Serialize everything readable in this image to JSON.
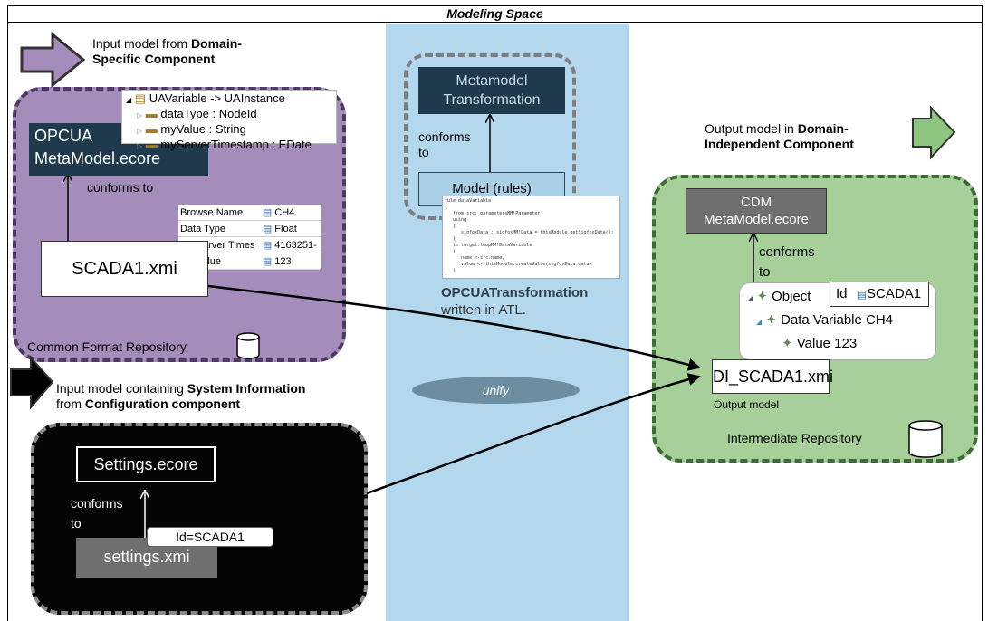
{
  "title": "Modeling Space",
  "input_domain": {
    "caption_normal": "Input model from ",
    "caption_bold1": "Domain-",
    "caption_bold2": "Specific Component",
    "metamodel_line1": "OPCUA",
    "metamodel_line2": "MetaModel.ecore",
    "conforms": "conforms to",
    "model": "SCADA1.xmi",
    "repo": "Common Format Repository",
    "tree": [
      {
        "text": "UAVariable -> UAInstance"
      },
      {
        "text": "dataType : NodeId"
      },
      {
        "text": "myValue : String"
      },
      {
        "text": "myServerTimestamp : EDate"
      }
    ],
    "properties": [
      {
        "name": "Browse Name",
        "value": "CH4"
      },
      {
        "name": "Data Type",
        "value": "Float"
      },
      {
        "name": "My Server Times",
        "value": "4163251-"
      },
      {
        "name": "My Value",
        "value": "123"
      }
    ]
  },
  "transformation": {
    "metamodel_line1": "Metamodel",
    "metamodel_line2": "Transformation",
    "conforms": "conforms",
    "conforms_to": "to",
    "model": "Model (rules)",
    "code": "rule dataVariable\n{\n   from src: parametersMM!Parameter\n   using\n   {\n      sigfoxData : sigfoxMM!Data = thisModule.getSigfoxData();\n   }\n   to target:tempMM!DataVariable\n   (\n      name <-src.name,\n      value <- thisModule.createValue(sigfoxData.data)\n   )\n}",
    "caption_bold": "OPCUATransformation",
    "caption_normal": "written in ATL.",
    "unify": "unify"
  },
  "output": {
    "caption_normal": "Output model in ",
    "caption_bold1": "Domain-",
    "caption_bold2": "Independent Component",
    "metamodel_line1": "CDM",
    "metamodel_line2": "MetaModel.ecore",
    "conforms": "conforms",
    "conforms_to": "to",
    "model": "DI_SCADA1.xmi",
    "model_label": "Output model",
    "repo": "Intermediate Repository",
    "tree": [
      {
        "text": "Object"
      },
      {
        "text": "Data Variable CH4"
      },
      {
        "text": "Value 123"
      }
    ],
    "id_label": "Id",
    "id_value": "SCADA1"
  },
  "config": {
    "caption_normal1": "Input model containing ",
    "caption_bold1": "System Information",
    "caption_normal2": "from ",
    "caption_bold2": "Configuration component",
    "metamodel": "Settings.ecore",
    "conforms": "conforms",
    "conforms_to": "to",
    "model": "settings.xmi",
    "id_tag": "Id=SCADA1"
  },
  "colors": {
    "purple_region": "#a48cbb",
    "green_region": "#a6cf99",
    "black_region": "#050505",
    "band": "#b3d8ee",
    "dark_box": "#1f3a4c",
    "unify": "#6d8ea0"
  }
}
